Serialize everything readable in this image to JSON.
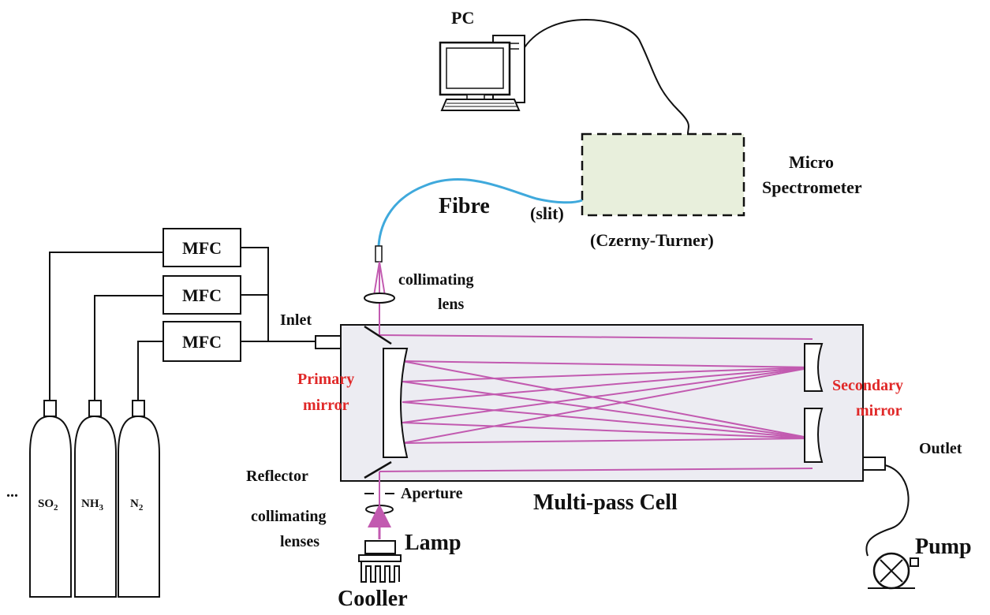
{
  "labels": {
    "pc": "PC",
    "micro_spectrometer_line1": "Micro",
    "micro_spectrometer_line2": "Spectrometer",
    "czerny_turner": "(Czerny-Turner)",
    "slit": "(slit)",
    "fibre": "Fibre",
    "collimating_lens_line1": "collimating",
    "collimating_lens_line2": "lens",
    "inlet": "Inlet",
    "primary_mirror_line1": "Primary",
    "primary_mirror_line2": "mirror",
    "secondary_mirror_line1": "Secondary",
    "secondary_mirror_line2": "mirror",
    "outlet": "Outlet",
    "reflector": "Reflector",
    "aperture": "Aperture",
    "multipass_cell": "Multi-pass Cell",
    "collimating_lenses_line1": "collimating",
    "collimating_lenses_line2": "lenses",
    "lamp": "Lamp",
    "cooler": "Cooller",
    "pump": "Pump",
    "ellipsis": "...",
    "mfc": [
      "MFC",
      "MFC",
      "MFC"
    ]
  },
  "gases": [
    {
      "base": "SO",
      "sub": "2"
    },
    {
      "base": "NH",
      "sub": "3"
    },
    {
      "base": "N",
      "sub": "2"
    }
  ],
  "colors": {
    "fibre": "#3fa9dc",
    "beam": "#c25ab0",
    "cell_fill": "#ececf2",
    "spectrometer_fill": "#e8efdc",
    "mirror_label": "#e02828"
  }
}
